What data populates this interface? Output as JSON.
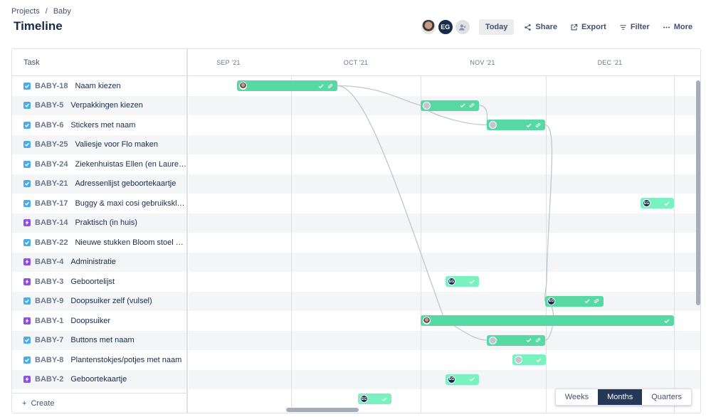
{
  "breadcrumb": {
    "items": [
      "Projects",
      "Baby"
    ],
    "separator": "/"
  },
  "page": {
    "title": "Timeline"
  },
  "toolbar": {
    "avatars": [
      {
        "kind": "photo",
        "initials": ""
      },
      {
        "kind": "initials",
        "initials": "EG"
      },
      {
        "kind": "add",
        "initials": ""
      }
    ],
    "today_label": "Today",
    "share_label": "Share",
    "export_label": "Export",
    "filter_label": "Filter",
    "more_label": "More"
  },
  "timeline": {
    "task_header": "Task",
    "create_label": "Create",
    "months": [
      "SEP '21",
      "OCT '21",
      "NOV '21",
      "DEC '21"
    ],
    "tasks": [
      {
        "type": "task",
        "key": "BABY-18",
        "name": "Naam kiezen"
      },
      {
        "type": "task",
        "key": "BABY-5",
        "name": "Verpakkingen kiezen"
      },
      {
        "type": "task",
        "key": "BABY-6",
        "name": "Stickers met naam"
      },
      {
        "type": "task",
        "key": "BABY-25",
        "name": "Valiesje voor Flo maken"
      },
      {
        "type": "task",
        "key": "BABY-24",
        "name": "Ziekenhuistas Ellen (en Laurens) ..."
      },
      {
        "type": "task",
        "key": "BABY-21",
        "name": "Adressenlijst geboortekaartje"
      },
      {
        "type": "task",
        "key": "BABY-17",
        "name": "Buggy & maxi cosi gebruiksklaar ..."
      },
      {
        "type": "epic",
        "key": "BABY-14",
        "name": "Praktisch (in huis)"
      },
      {
        "type": "task",
        "key": "BABY-22",
        "name": "Nieuwe stukken Bloom stoel best..."
      },
      {
        "type": "epic",
        "key": "BABY-4",
        "name": "Administratie"
      },
      {
        "type": "epic",
        "key": "BABY-3",
        "name": "Geboortelijst"
      },
      {
        "type": "task",
        "key": "BABY-9",
        "name": "Doopsuiker zelf (vulsel)"
      },
      {
        "type": "epic",
        "key": "BABY-1",
        "name": "Doopsuiker"
      },
      {
        "type": "task",
        "key": "BABY-7",
        "name": "Buttons met naam"
      },
      {
        "type": "task",
        "key": "BABY-8",
        "name": "Plantenstokjes/potjes met naam"
      },
      {
        "type": "epic",
        "key": "BABY-2",
        "name": "Geboortekaartje"
      }
    ],
    "bars": [
      {
        "task": "BABY-18",
        "avatar": "photo",
        "done": true,
        "linked": true
      },
      {
        "task": "BABY-5",
        "avatar": "empty",
        "done": true,
        "linked": true
      },
      {
        "task": "BABY-6",
        "avatar": "empty",
        "done": true,
        "linked": true
      },
      {
        "task": "BABY-17",
        "avatar": "EG",
        "done": true,
        "linked": false
      },
      {
        "task": "BABY-3",
        "avatar": "EG",
        "done": true,
        "linked": false
      },
      {
        "task": "BABY-9",
        "avatar": "EG",
        "done": true,
        "linked": true
      },
      {
        "task": "BABY-1",
        "avatar": "photo",
        "done": true,
        "linked": false
      },
      {
        "task": "BABY-7",
        "avatar": "empty",
        "done": true,
        "linked": true
      },
      {
        "task": "BABY-8",
        "avatar": "empty",
        "done": true,
        "linked": false
      },
      {
        "task": "BABY-2",
        "avatar": "EG",
        "done": true,
        "linked": false
      },
      {
        "task": "",
        "avatar": "EG",
        "done": true,
        "linked": false
      }
    ],
    "zoom_options": [
      "Weeks",
      "Months",
      "Quarters"
    ],
    "zoom_selected": "Months"
  },
  "colors": {
    "bar": "#57d9a3",
    "task_icon": "#4bade8",
    "epic_icon": "#904ee2",
    "zoom_active": "#253858"
  }
}
